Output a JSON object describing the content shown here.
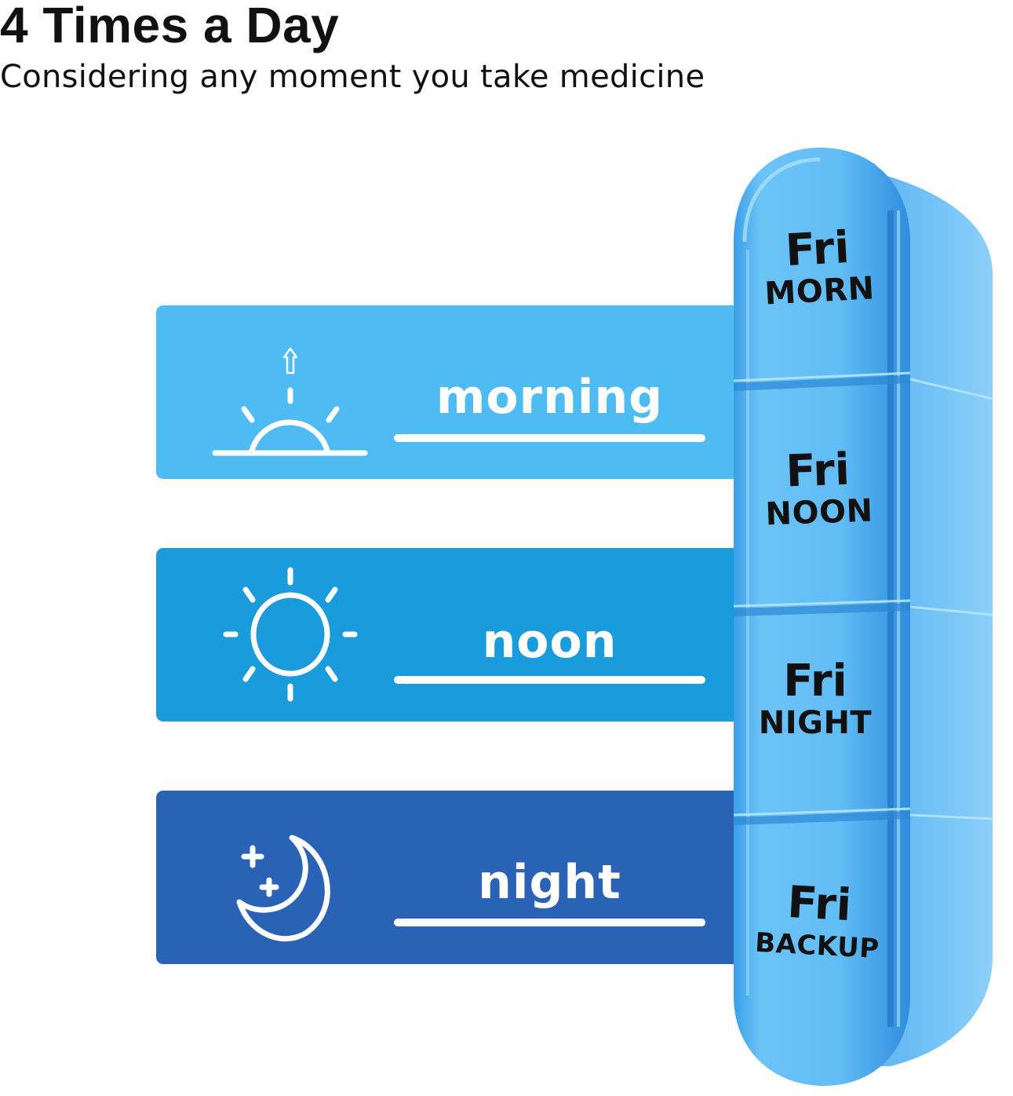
{
  "header": {
    "title": "4 Times a Day",
    "subtitle": "Considering any moment you take medicine"
  },
  "bands": [
    {
      "label": "morning",
      "icon": "sunrise-icon",
      "color": "#4FBBF3"
    },
    {
      "label": "noon",
      "icon": "sun-icon",
      "color": "#1A9BDB"
    },
    {
      "label": "night",
      "icon": "moon-stars-icon",
      "color": "#2A62B6"
    }
  ],
  "pill_case": {
    "color": "#4AAEF0",
    "compartments": [
      {
        "day": "Fri",
        "time": "MORN"
      },
      {
        "day": "Fri",
        "time": "NOON"
      },
      {
        "day": "Fri",
        "time": "NIGHT"
      },
      {
        "day": "Fri",
        "time": "BACKUP"
      }
    ]
  }
}
